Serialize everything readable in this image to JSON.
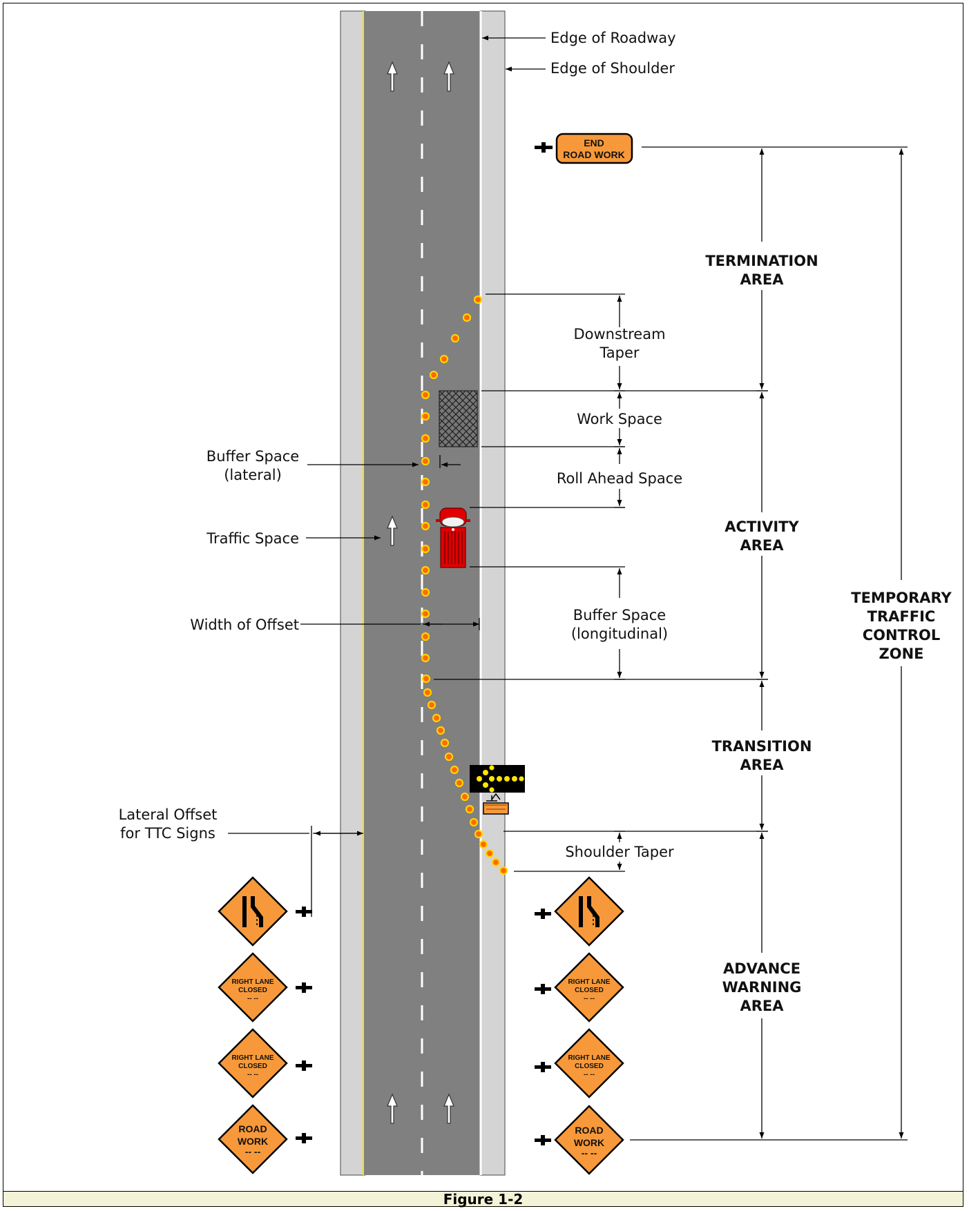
{
  "colors": {
    "road": "#808080",
    "shoulder": "#d4d4d4",
    "sign": "#f7993a",
    "cone": "#ff6a00",
    "truck": "#e00000",
    "arrow_board": "#000000",
    "arrow_lights": "#ffe600",
    "caption_bg": "#f5f3d7",
    "edge_line": "#f5e400"
  },
  "labels": {
    "edge_of_roadway": "Edge of Roadway",
    "edge_of_shoulder": "Edge of Shoulder",
    "downstream_taper_1": "Downstream",
    "downstream_taper_2": "Taper",
    "work_space": "Work Space",
    "roll_ahead_space": "Roll Ahead Space",
    "buffer_lateral_1": "Buffer Space",
    "buffer_lateral_2": "(lateral)",
    "traffic_space": "Traffic Space",
    "width_of_offset": "Width of Offset",
    "buffer_long_1": "Buffer Space",
    "buffer_long_2": "(longitudinal)",
    "lateral_offset_1": "Lateral Offset",
    "lateral_offset_2": "for TTC Signs",
    "shoulder_taper": "Shoulder Taper"
  },
  "zones": {
    "termination": [
      "TERMINATION",
      "AREA"
    ],
    "activity": [
      "ACTIVITY",
      "AREA"
    ],
    "transition": [
      "TRANSITION",
      "AREA"
    ],
    "advance_warning": [
      "ADVANCE",
      "WARNING",
      "AREA"
    ],
    "ttc_zone": [
      "TEMPORARY",
      "TRAFFIC",
      "CONTROL",
      "ZONE"
    ]
  },
  "signs": {
    "end_road_work": [
      "END",
      "ROAD WORK"
    ],
    "right_lane_closed": [
      "RIGHT LANE",
      "CLOSED",
      "-- --"
    ],
    "road_work": [
      "ROAD",
      "WORK",
      "-- --"
    ],
    "lane_reduction_icon": "lane-reduction-right-icon"
  },
  "caption": "Figure 1-2"
}
